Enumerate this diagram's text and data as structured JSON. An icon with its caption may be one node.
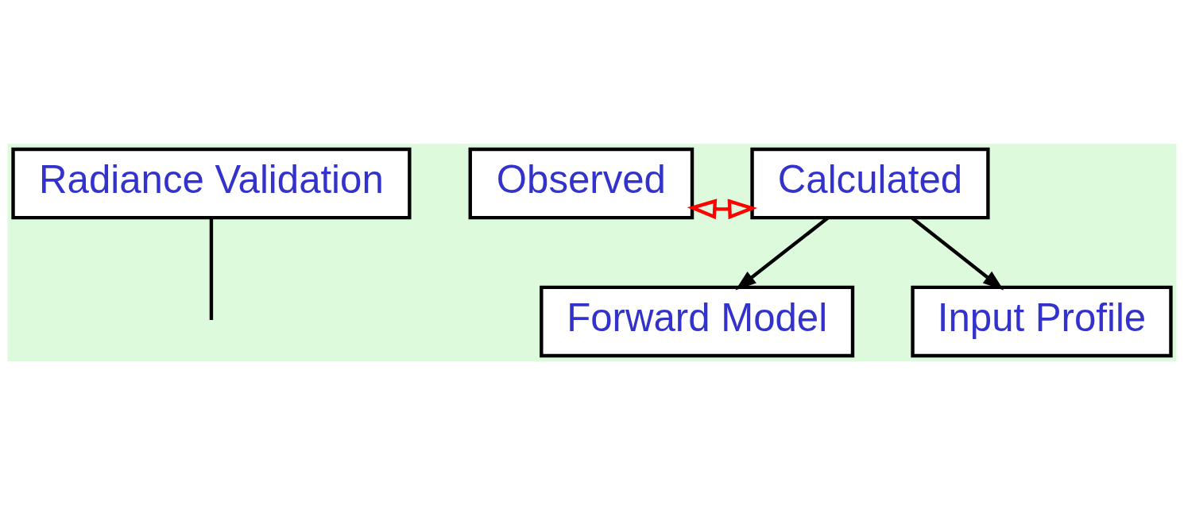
{
  "diagram": {
    "nodes": [
      {
        "text": [
          "Radiance Validation"
        ]
      },
      {
        "text": [
          "Observed"
        ]
      },
      {
        "text": [
          "Calculated"
        ]
      },
      {
        "text": [
          "Forward Model"
        ]
      },
      {
        "text": [
          "Input Profile"
        ]
      }
    ],
    "edges": [
      {
        "from": 1,
        "to": 2,
        "arrow": "both",
        "color": "#ff0000"
      },
      {
        "from": 0,
        "to": null,
        "arrow": "none"
      },
      {
        "from": 2,
        "to": 3,
        "arrow": "to"
      },
      {
        "from": 2,
        "to": 4,
        "arrow": "to"
      }
    ]
  }
}
